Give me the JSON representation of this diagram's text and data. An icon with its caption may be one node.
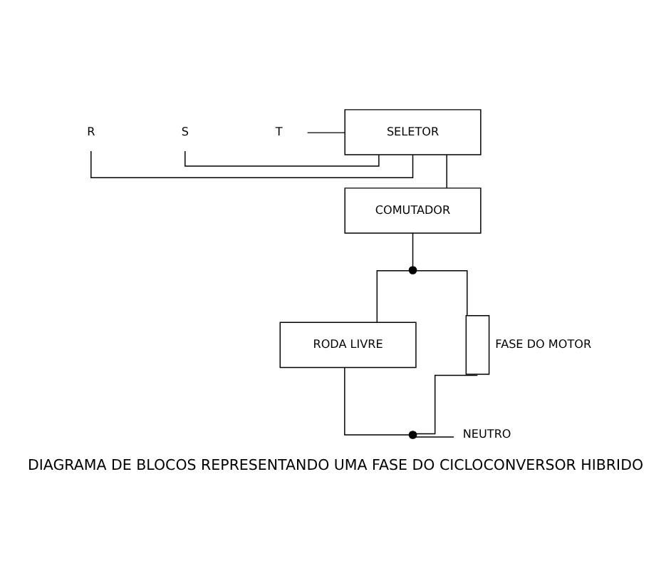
{
  "diagram": {
    "caption": "DIAGRAMA DE BLOCOS REPRESENTANDO UMA FASE DO CICLOCONVERSOR HIBRIDO",
    "nodes": [
      {
        "text": [
          "R"
        ]
      },
      {
        "text": [
          "S"
        ]
      },
      {
        "text": [
          "T"
        ]
      },
      {
        "text": [
          "SELETOR"
        ]
      },
      {
        "text": [
          "COMUTADOR"
        ]
      },
      {
        "text": [],
        "shape": "circle"
      },
      {
        "text": [
          "RODA LIVRE"
        ]
      },
      {
        "text": [],
        "shape": "box",
        "beside": [
          "FASE DO MOTOR"
        ]
      },
      {
        "text": [],
        "shape": "circle"
      },
      {
        "text": [
          "NEUTRO"
        ]
      }
    ],
    "edges": [
      {
        "from": 0,
        "to": 3,
        "arrow": "none"
      },
      {
        "from": 1,
        "to": 3,
        "arrow": "none"
      },
      {
        "from": 2,
        "to": 3,
        "arrow": "none"
      },
      {
        "from": 3,
        "to": 4,
        "arrow": "none"
      },
      {
        "from": 4,
        "to": 5,
        "arrow": "none"
      },
      {
        "from": 5,
        "to": 6,
        "arrow": "none"
      },
      {
        "from": 5,
        "to": 7,
        "arrow": "none"
      },
      {
        "from": 6,
        "to": 8,
        "arrow": "none"
      },
      {
        "from": 7,
        "to": 8,
        "arrow": "none"
      },
      {
        "from": 8,
        "to": 9,
        "arrow": "none"
      }
    ]
  }
}
